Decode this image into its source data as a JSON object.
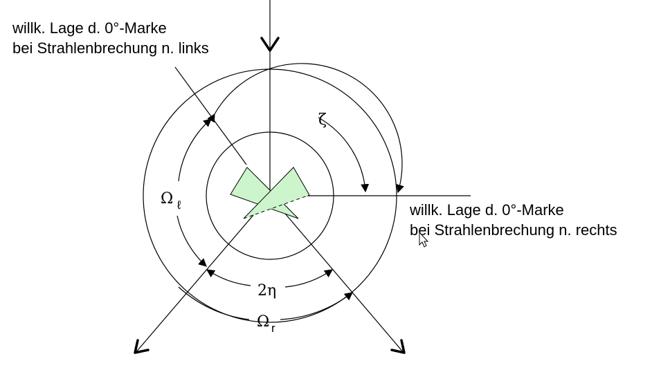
{
  "labels": {
    "left_line1": "willk. Lage d. 0°-Marke",
    "left_line2": "bei Strahlenbrechung n. links",
    "right_line1": "willk. Lage d. 0°-Marke",
    "right_line2": "bei Strahlenbrechung n. rechts"
  },
  "angles": {
    "zeta": "ζ",
    "omega_l": "Ω",
    "omega_l_sub": "ℓ",
    "two_eta": "2η",
    "omega_r": "Ω",
    "omega_r_sub": "r"
  },
  "colors": {
    "prism_fill": "#ccf5cc",
    "ink": "#000000"
  }
}
